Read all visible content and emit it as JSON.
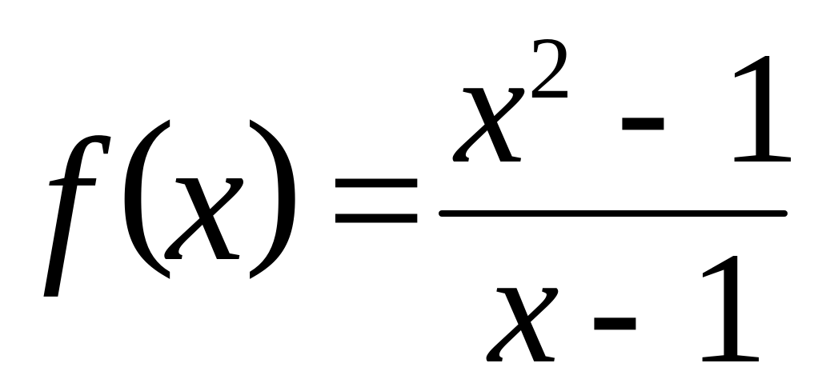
{
  "formula": {
    "function_name": "f",
    "open_paren": "(",
    "argument": "x",
    "close_paren": ")",
    "equals": "=",
    "numerator": {
      "variable": "x",
      "exponent": "2",
      "operator": "-",
      "constant": "1"
    },
    "denominator": {
      "variable": "x",
      "operator": "-",
      "constant": "1"
    }
  }
}
